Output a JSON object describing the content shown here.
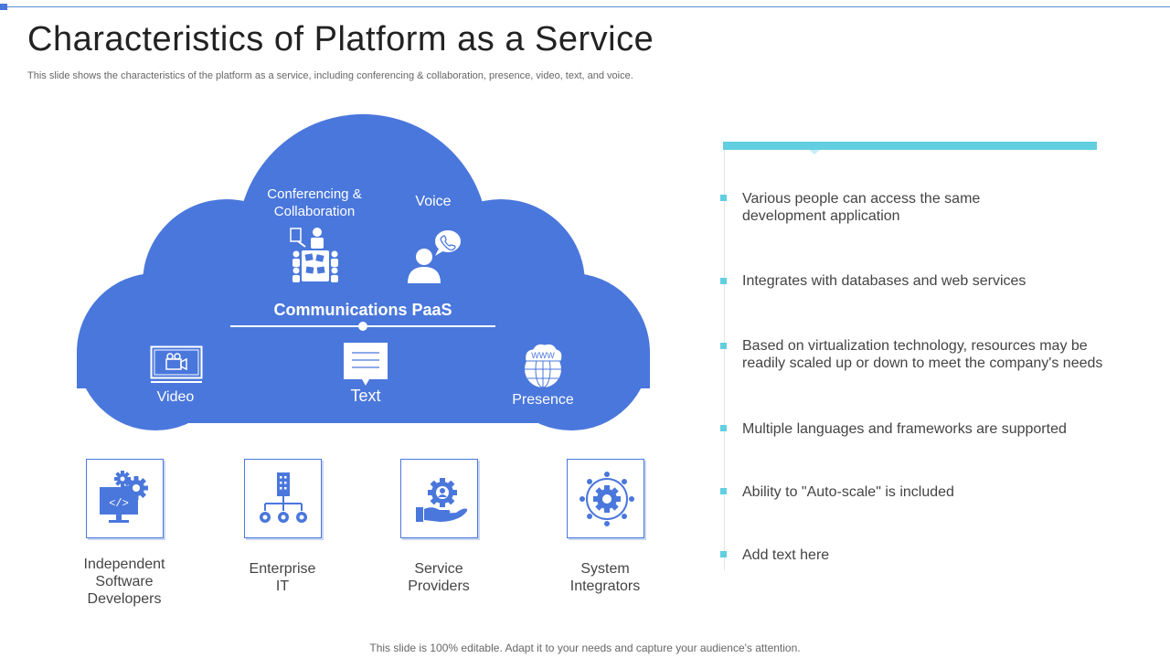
{
  "title": "Characteristics of Platform as a Service",
  "subtitle": "This slide shows the characteristics of the platform as a service, including conferencing & collaboration, presence, video, text,  and voice.",
  "cloud": {
    "conferencing_line1": "Conferencing &",
    "conferencing_line2": "Collaboration",
    "voice": "Voice",
    "center": "Communications PaaS",
    "video": "Video",
    "text": "Text",
    "presence": "Presence",
    "presence_icon_text": "WWW",
    "color": "#4a77dc"
  },
  "segments": [
    {
      "line1": "Independent",
      "line2": "Software",
      "line3": "Developers",
      "icon": "code-monitor-gear-icon"
    },
    {
      "line1": "Enterprise",
      "line2": "IT",
      "icon": "enterprise-building-icon"
    },
    {
      "line1": "Service",
      "line2": "Providers",
      "icon": "hand-gear-icon"
    },
    {
      "line1": "System",
      "line2": "Integrators",
      "icon": "gear-network-icon"
    }
  ],
  "bullets": [
    {
      "line1": "Various people can access the same",
      "line2": "development application"
    },
    {
      "line1": "Integrates with databases and web services"
    },
    {
      "line1": "Based on virtualization technology, resources may be",
      "line2": "readily scaled up or down to meet the company's needs"
    },
    {
      "line1": "Multiple languages and frameworks are supported"
    },
    {
      "line1": "Ability to \"Auto-scale\" is included"
    },
    {
      "line1": "Add text here"
    }
  ],
  "accent_color": "#62cfe0",
  "footer": "This slide is 100% editable. Adapt it to your needs and capture your audience's attention."
}
